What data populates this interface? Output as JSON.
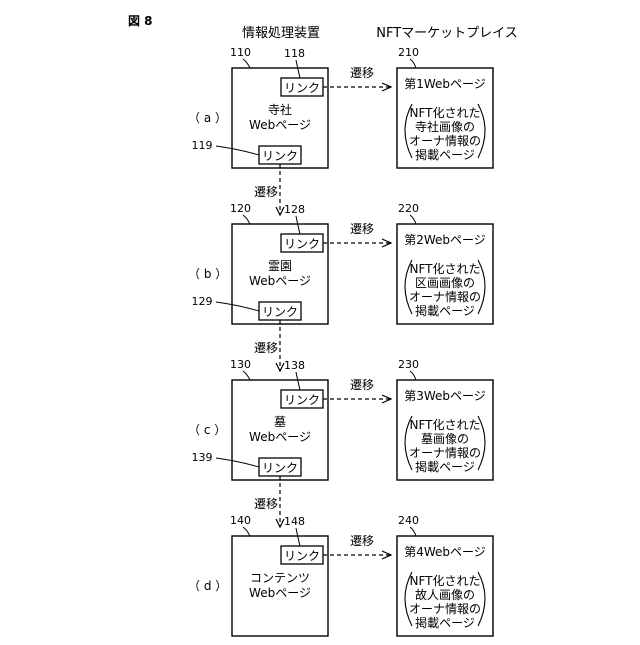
{
  "figure_label": "図 8",
  "headers": {
    "left": "情報処理装置",
    "right": "NFTマーケットプレイス"
  },
  "arrow_label": "遷移",
  "link_label": "リンク",
  "rows": [
    {
      "tag": "（ a ）",
      "box_ref": "110",
      "top_link_ref": "118",
      "bottom_link_ref": "119",
      "title_lines": [
        "寺社",
        "Webページ"
      ],
      "market_ref": "210",
      "market_title": "第1Webページ",
      "nft_lines": [
        "NFT化された",
        "寺社画像の",
        "オーナ情報の",
        "掲載ページ"
      ]
    },
    {
      "tag": "（ b ）",
      "box_ref": "120",
      "top_link_ref": "128",
      "bottom_link_ref": "129",
      "title_lines": [
        "霊園",
        "Webページ"
      ],
      "market_ref": "220",
      "market_title": "第2Webページ",
      "nft_lines": [
        "NFT化された",
        "区画画像の",
        "オーナ情報の",
        "掲載ページ"
      ]
    },
    {
      "tag": "（ c ）",
      "box_ref": "130",
      "top_link_ref": "138",
      "bottom_link_ref": "139",
      "title_lines": [
        "墓",
        "Webページ"
      ],
      "market_ref": "230",
      "market_title": "第3Webページ",
      "nft_lines": [
        "NFT化された",
        "墓画像の",
        "オーナ情報の",
        "掲載ページ"
      ]
    },
    {
      "tag": "（ d ）",
      "box_ref": "140",
      "top_link_ref": "148",
      "bottom_link_ref": null,
      "title_lines": [
        "コンテンツ",
        "Webページ"
      ],
      "market_ref": "240",
      "market_title": "第4Webページ",
      "nft_lines": [
        "NFT化された",
        "故人画像の",
        "オーナ情報の",
        "掲載ページ"
      ]
    }
  ]
}
